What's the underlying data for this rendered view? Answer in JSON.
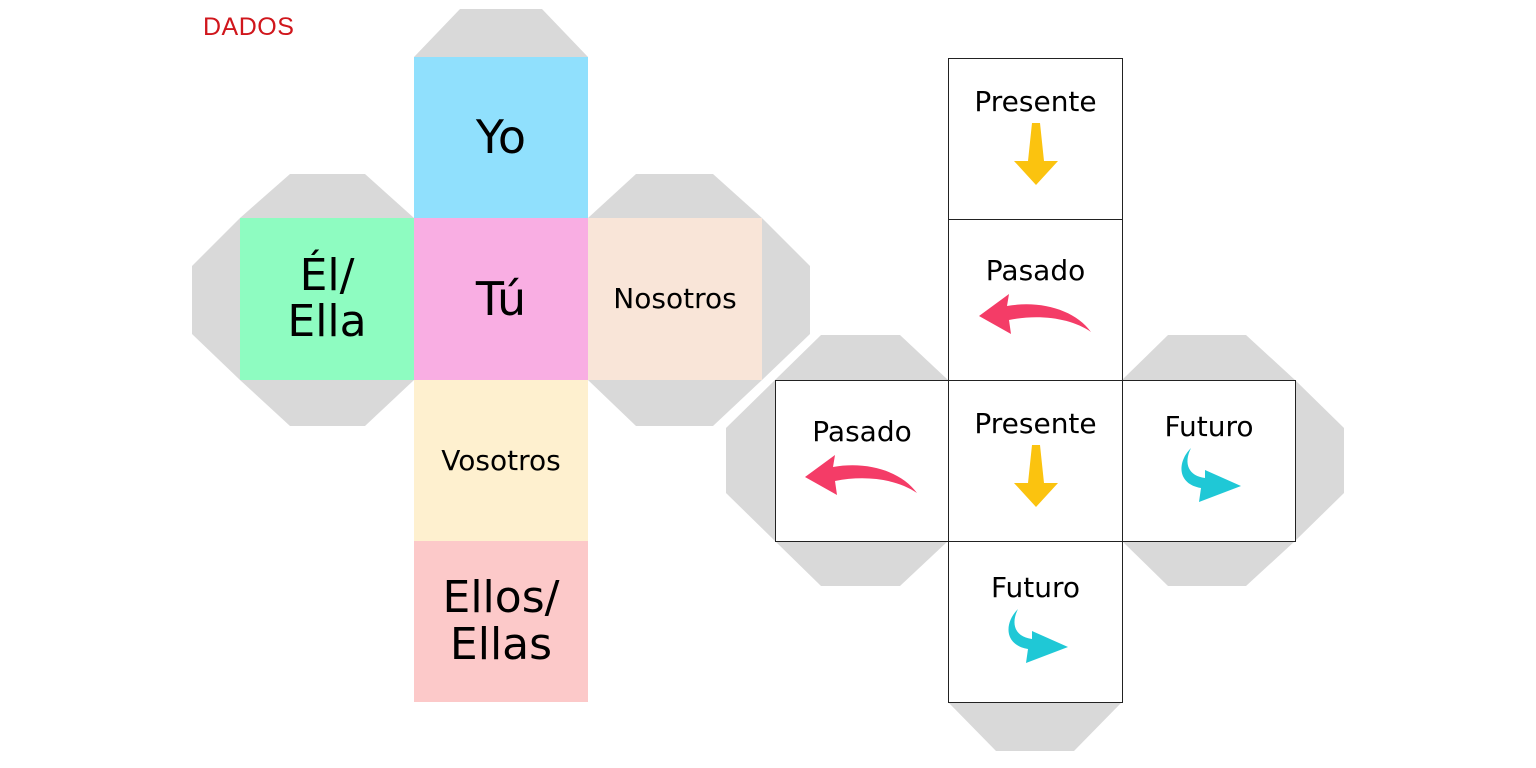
{
  "title": "DADOS",
  "colors": {
    "title": "#d0161c",
    "tab": "#d9d9d9",
    "yo": "#90e0fd",
    "el_ella": "#8efcc1",
    "tu": "#f9aee3",
    "nosotros": "#f9e5d8",
    "vosotros": "#fef0cf",
    "ellos_ellas": "#fcc9c9",
    "presente_arrow": "#fbc30f",
    "pasado_arrow": "#f43c67",
    "futuro_arrow": "#1fc8d6"
  },
  "pronoun_die": {
    "faces": [
      {
        "id": "yo",
        "label": "Yo"
      },
      {
        "id": "el_ella",
        "label_line1": "Él/",
        "label_line2": "Ella"
      },
      {
        "id": "tu",
        "label": "Tú"
      },
      {
        "id": "nosotros",
        "label": "Nosotros"
      },
      {
        "id": "vosotros",
        "label": "Vosotros"
      },
      {
        "id": "ellos_ellas",
        "label_line1": "Ellos/",
        "label_line2": "Ellas"
      }
    ]
  },
  "tense_die": {
    "faces": [
      {
        "id": "top",
        "label": "Presente",
        "icon": "down-arrow-icon"
      },
      {
        "id": "second",
        "label": "Pasado",
        "icon": "curved-left-arrow-icon"
      },
      {
        "id": "left",
        "label": "Pasado",
        "icon": "curved-left-arrow-icon"
      },
      {
        "id": "center",
        "label": "Presente",
        "icon": "down-arrow-icon"
      },
      {
        "id": "right",
        "label": "Futuro",
        "icon": "curved-right-arrow-icon"
      },
      {
        "id": "bottom",
        "label": "Futuro",
        "icon": "curved-right-arrow-icon"
      }
    ]
  }
}
